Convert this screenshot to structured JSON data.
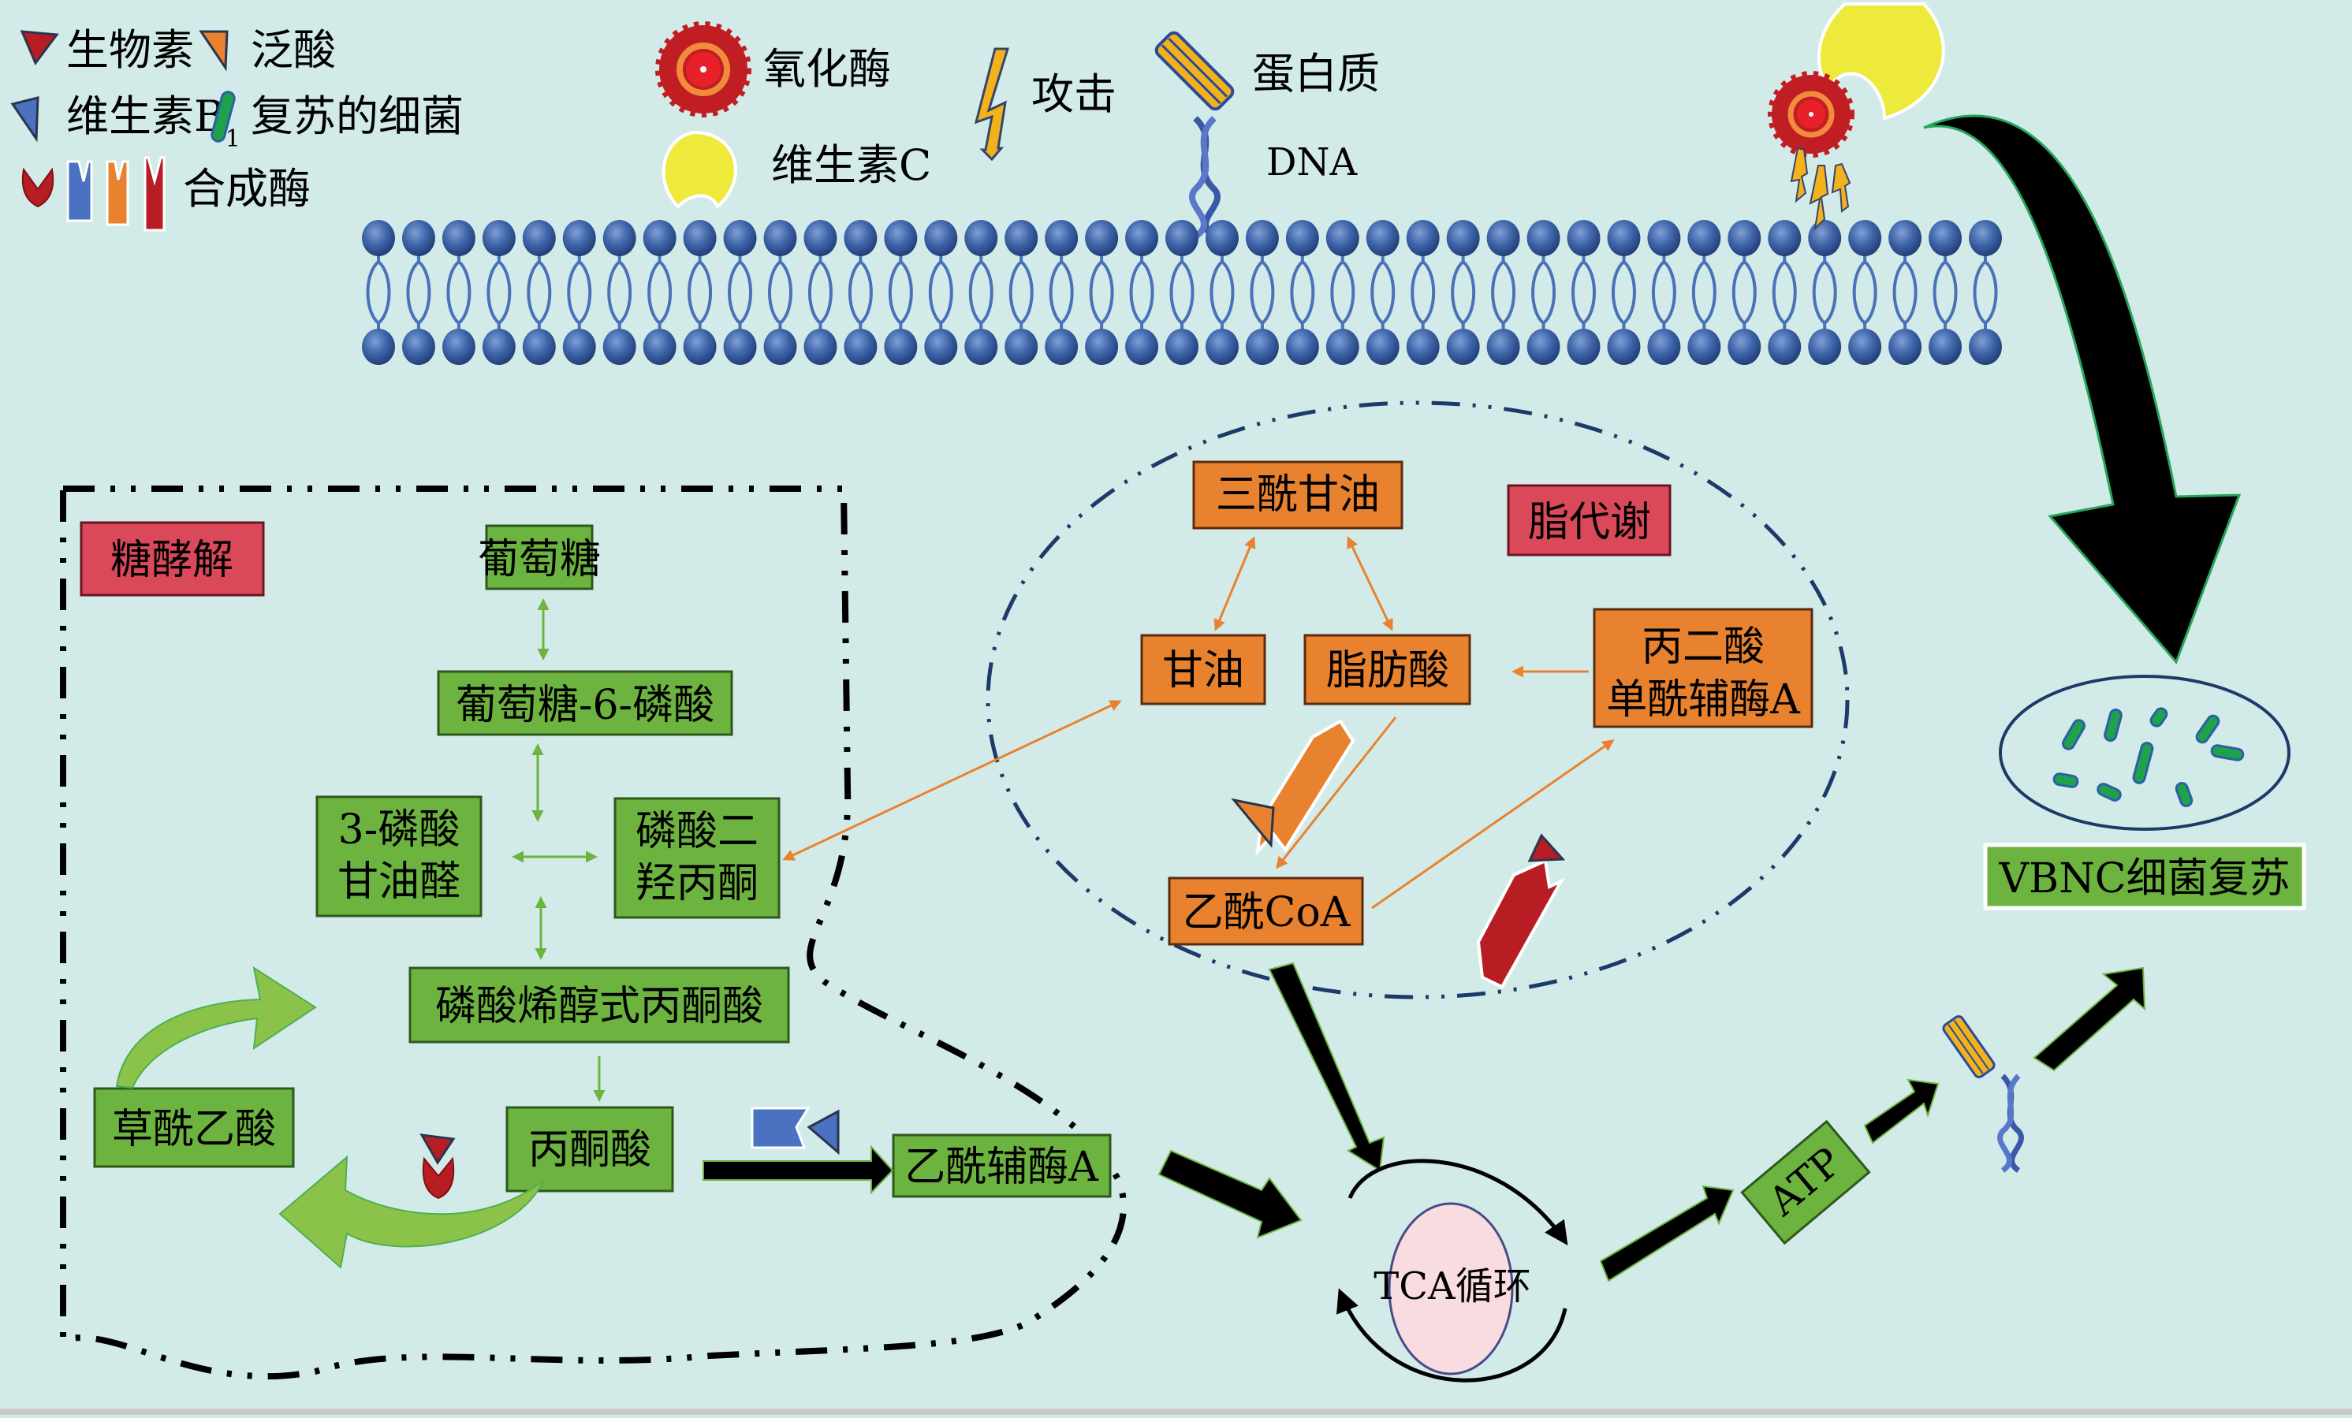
{
  "legend": {
    "biotin": "生物素",
    "pantothenic_acid": "泛酸",
    "vitamin_b1_main": "维生素B",
    "vitamin_b1_sub": "1",
    "revived_bacteria": "复苏的细菌",
    "synthase": "合成酶",
    "oxidase": "氧化酶",
    "vitamin_c": "维生素C",
    "attack": "攻击",
    "protein": "蛋白质",
    "dna": "DNA"
  },
  "glycolysis": {
    "section_label": "糖酵解",
    "glucose": "葡萄糖",
    "g6p": "葡萄糖-6-磷酸",
    "g3p_line1": "3-磷酸",
    "g3p_line2": "甘油醛",
    "dhap_line1": "磷酸二",
    "dhap_line2": "羟丙酮",
    "pep": "磷酸烯醇式丙酮酸",
    "oxaloacetate": "草酰乙酸",
    "pyruvate": "丙酮酸",
    "acetyl_coa": "乙酰辅酶A"
  },
  "lipid": {
    "section_label": "脂代谢",
    "triglyceride": "三酰甘油",
    "glycerol": "甘油",
    "fatty_acid": "脂肪酸",
    "malonyl_line1": "丙二酸",
    "malonyl_line2": "单酰辅酶A",
    "acetyl_coa": "乙酰CoA"
  },
  "tca": {
    "label": "TCA循环"
  },
  "atp": {
    "label": "ATP"
  },
  "vbnc": {
    "label": "VBNC细菌复苏"
  },
  "colors": {
    "background": "#d3ebe8",
    "green_box": "#6db33f",
    "orange_box": "#e8822f",
    "red_label": "#d9495a",
    "membrane_blue": "#3e64a8",
    "tca_pink": "#f8dce0"
  }
}
